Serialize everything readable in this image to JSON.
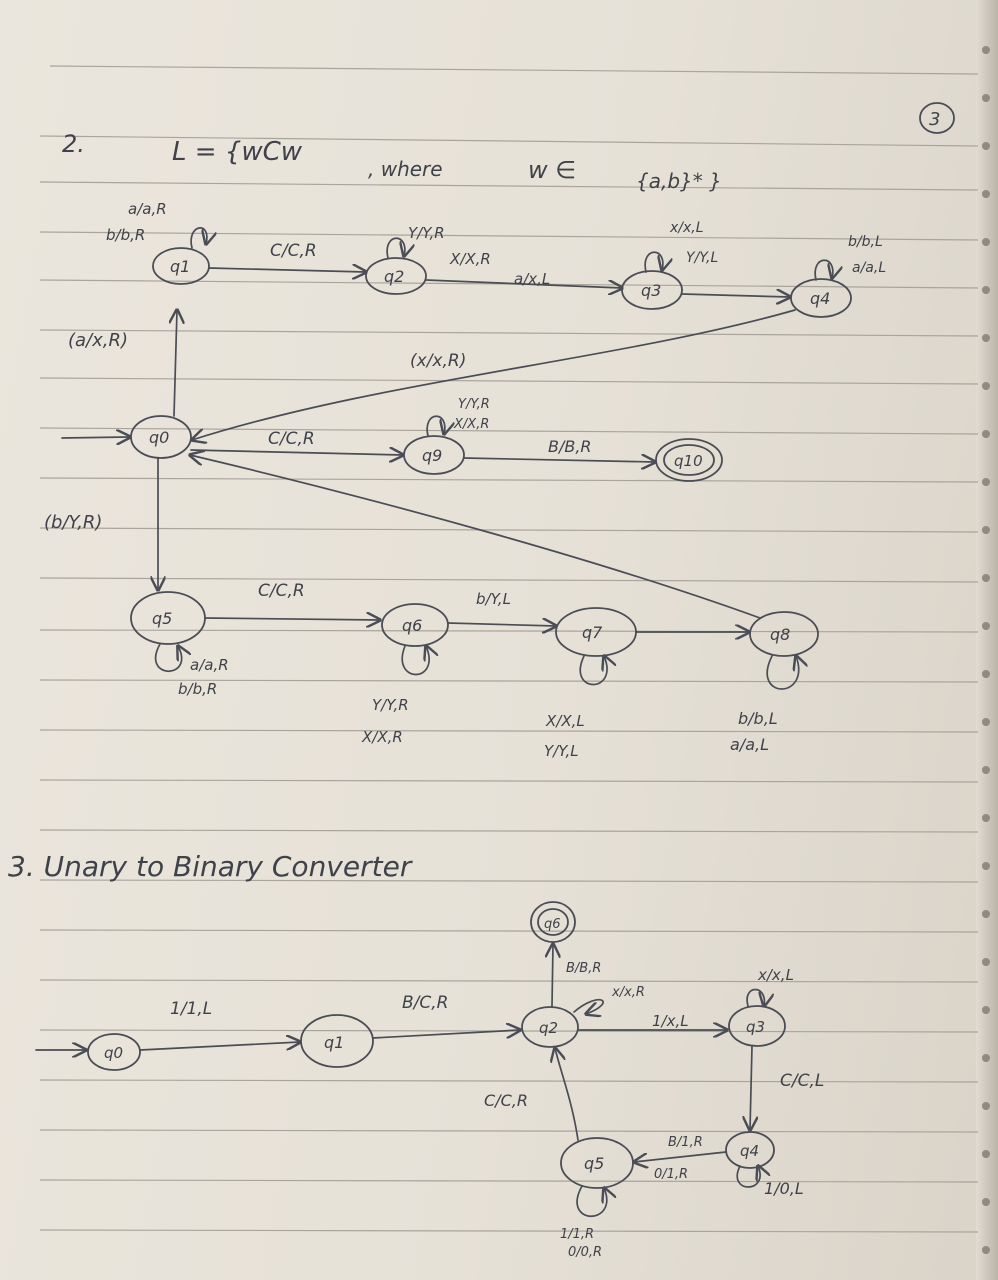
{
  "page_number": "3",
  "problem2": {
    "number": "2.",
    "language": "L = {wCw",
    "where_label": ", where",
    "domain": "w ∈",
    "alphabet": "{a,b}* }",
    "states": [
      "q0",
      "q1",
      "q2",
      "q3",
      "q4",
      "q5",
      "q6",
      "q7",
      "q8",
      "q9",
      "q10"
    ],
    "labels": {
      "q1_loop": [
        "a/a,R",
        "b/b,R"
      ],
      "q1_q2": "C/C,R",
      "q2_loop": [
        "Y/Y,R",
        "X/X,R"
      ],
      "q2_q3": "a/x,L",
      "q3_loop": [
        "x/x,L",
        "Y/Y,L"
      ],
      "q4_loop": [
        "b/b,L",
        "a/a,L"
      ],
      "q0_q1": "(a/x,R)",
      "q4_q0": "(x/x,R)",
      "q0_q9": "C/C,R",
      "q9_loop": [
        "Y/Y,R",
        "X/X,R"
      ],
      "q9_q10": "B/B,R",
      "q0_q5": "(b/Y,R)",
      "q5_loop": [
        "a/a,R",
        "b/b,R"
      ],
      "q5_q6": "C/C,R",
      "q6_loop": [
        "Y/Y,R",
        "X/X,R"
      ],
      "q6_q7": "b/Y,L",
      "q7_loop": [
        "X/X,L",
        "Y/Y,L"
      ],
      "q8_loop": [
        "b/b,L",
        "a/a,L"
      ]
    }
  },
  "problem3": {
    "title": "3. Unary to Binary Converter",
    "states": [
      "q0",
      "q1",
      "q2",
      "q3",
      "q4",
      "q5",
      "q6"
    ],
    "labels": {
      "q0_q1": "1/1,L",
      "q1_q2": "B/C,R",
      "q2_q6": "B/B,R",
      "q2_loop": "x/x,R",
      "q2_q3": "1/x,L",
      "q3_loop": "x/x,L",
      "q3_q4": "C/C,L",
      "q4_q5_a": "B/1,R",
      "q4_q5_b": "0/1,R",
      "q4_loop": "1/0,L",
      "q5_q2": "C/C,R",
      "q5_loop": [
        "1/1,R",
        "0/0,R"
      ]
    }
  }
}
